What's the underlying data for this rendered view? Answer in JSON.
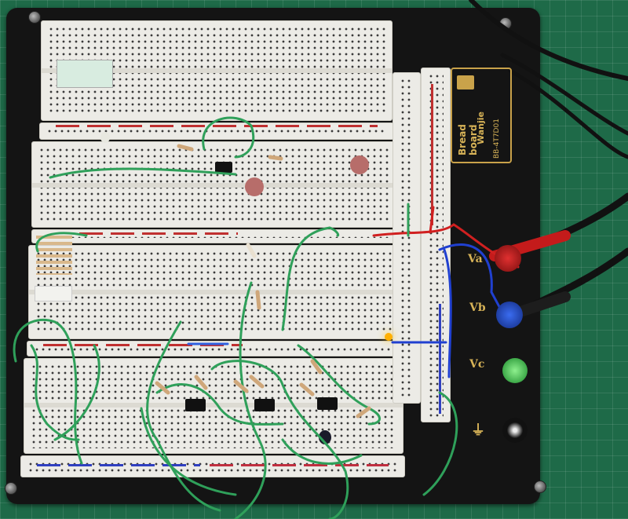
{
  "board": {
    "brand": "Bread board",
    "model": "BB-4T7D01",
    "maker": "Wanjie"
  },
  "terminals": [
    {
      "label": "Va",
      "color": "#c41b1b"
    },
    {
      "label": "Vb",
      "color": "#1f48c9"
    },
    {
      "label": "Vc",
      "color": "#1fa83a"
    },
    {
      "label": "⏚",
      "color": "#111111"
    }
  ],
  "colors": {
    "mat": "#1e6a48",
    "base": "#141414",
    "breadboard": "#ecebe6",
    "wire_green": "#2fa05a",
    "wire_red": "#d02020",
    "wire_blue": "#2040d0"
  }
}
